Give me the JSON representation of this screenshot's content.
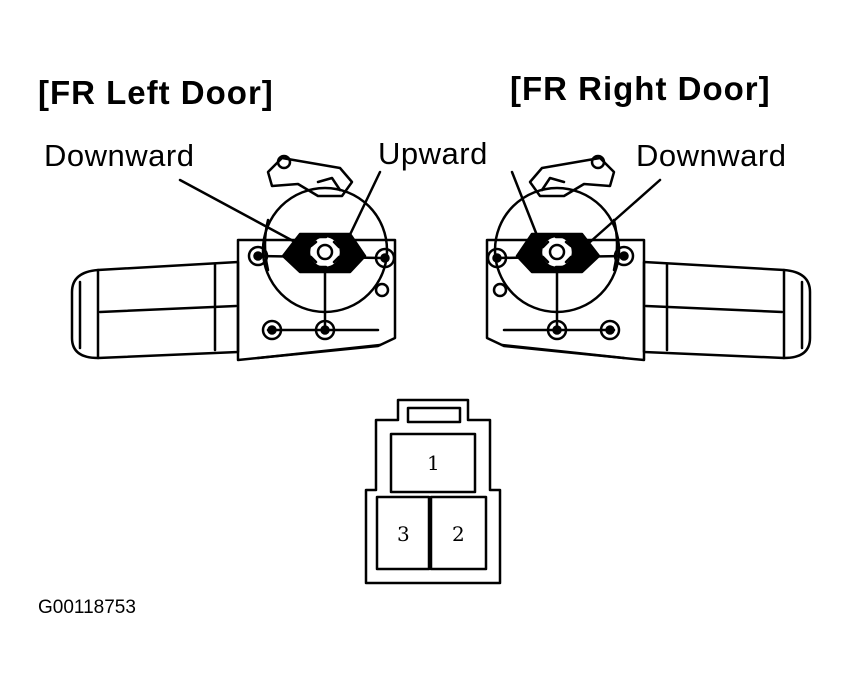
{
  "headings": {
    "left": "[FR Left Door]",
    "right": "[FR Right Door]"
  },
  "callouts": {
    "left_downward": "Downward",
    "upward": "Upward",
    "right_downward": "Downward"
  },
  "connector": {
    "pins": [
      "1",
      "3",
      "2"
    ]
  },
  "figure_id": "G00118753",
  "colors": {
    "ink": "#000000",
    "paper": "#ffffff"
  }
}
